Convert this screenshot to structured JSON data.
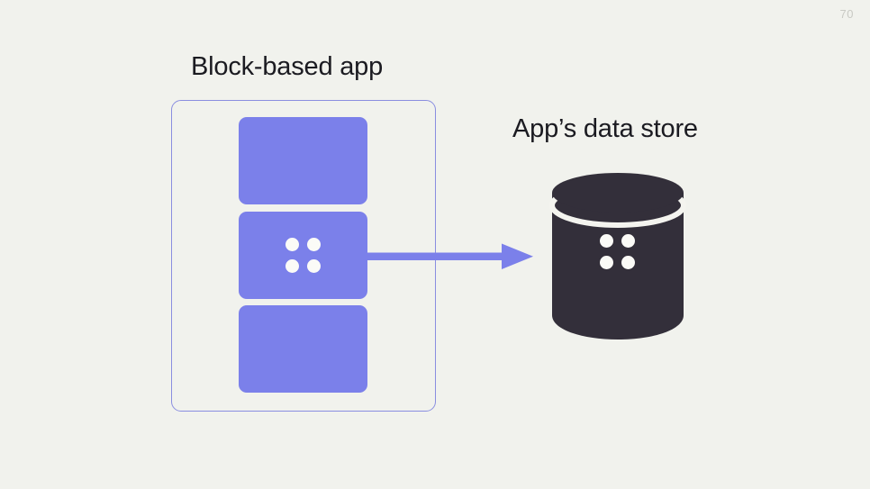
{
  "slide": {
    "page_number": "70",
    "background_color": "#f1f2ed",
    "accent_color": "#7b80ea",
    "container_border_color": "#8a8ee0",
    "datastore_color": "#332f3a",
    "dot_color": "#fbfbf7",
    "text_color": "#1b1b21"
  },
  "left": {
    "title": "Block-based app",
    "container_label": "block-based-app-container",
    "blocks": [
      {
        "id": "block-top",
        "has_dots": false
      },
      {
        "id": "block-middle",
        "has_dots": true,
        "dots": 4
      },
      {
        "id": "block-bottom",
        "has_dots": false
      }
    ]
  },
  "connector": {
    "label": "arrow-right",
    "direction": "left-to-right",
    "color": "#7b80ea"
  },
  "right": {
    "title": "App’s data store",
    "shape": "cylinder",
    "dots": 4
  }
}
